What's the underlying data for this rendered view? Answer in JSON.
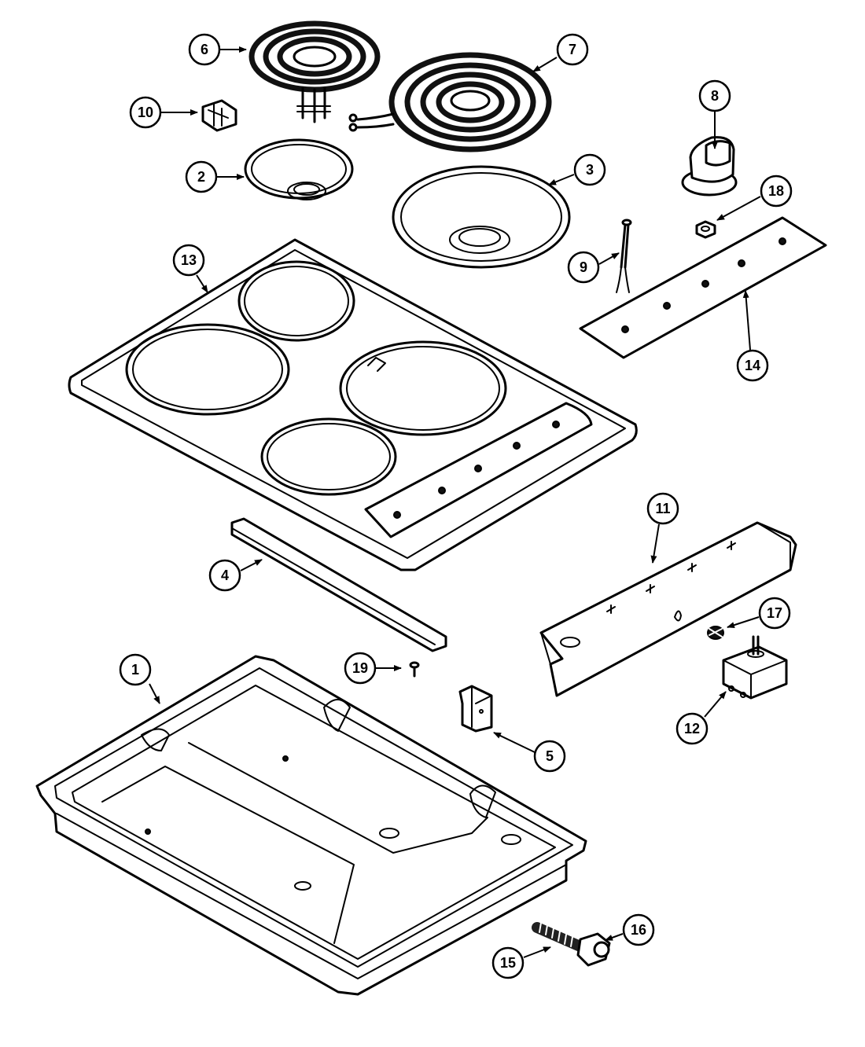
{
  "callouts": [
    {
      "id": "1",
      "name": "callout-1-cooktop-pan"
    },
    {
      "id": "2",
      "name": "callout-2-small-drip-bowl"
    },
    {
      "id": "3",
      "name": "callout-3-large-drip-bowl"
    },
    {
      "id": "4",
      "name": "callout-4-trim-strip"
    },
    {
      "id": "5",
      "name": "callout-5-bracket"
    },
    {
      "id": "6",
      "name": "callout-6-small-surface-element"
    },
    {
      "id": "7",
      "name": "callout-7-large-surface-element"
    },
    {
      "id": "8",
      "name": "callout-8-control-knob"
    },
    {
      "id": "9",
      "name": "callout-9-wiring-lead"
    },
    {
      "id": "10",
      "name": "callout-10-terminal-block"
    },
    {
      "id": "11",
      "name": "callout-11-control-panel-bracket"
    },
    {
      "id": "12",
      "name": "callout-12-infinite-switch"
    },
    {
      "id": "13",
      "name": "callout-13-cooktop-main-top"
    },
    {
      "id": "14",
      "name": "callout-14-control-panel-overlay"
    },
    {
      "id": "15",
      "name": "callout-15-strain-relief-spring"
    },
    {
      "id": "16",
      "name": "callout-16-connector"
    },
    {
      "id": "17",
      "name": "callout-17-spring-nut"
    },
    {
      "id": "18",
      "name": "callout-18-nut"
    },
    {
      "id": "19",
      "name": "callout-19-screw"
    }
  ]
}
